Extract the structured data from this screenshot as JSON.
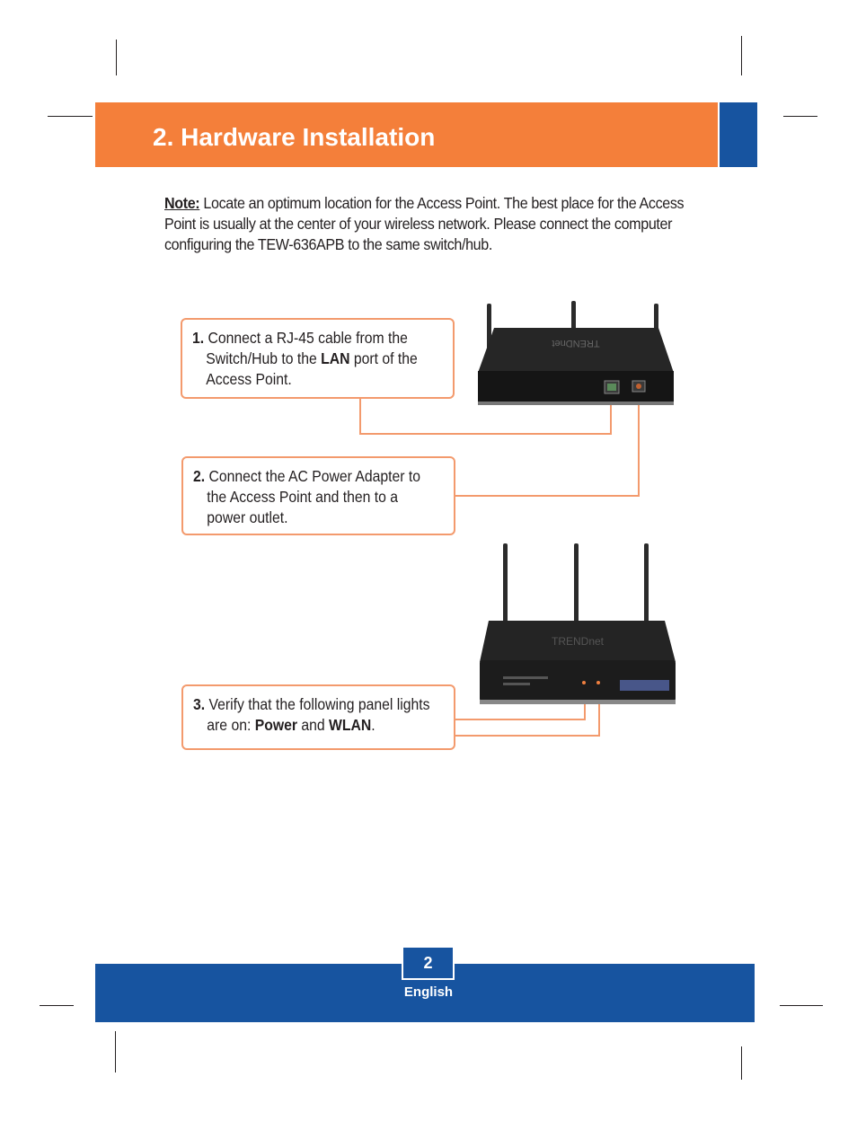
{
  "header": {
    "title": "2. Hardware Installation"
  },
  "note": {
    "label": "Note:",
    "text": " Locate an optimum location for the Access Point. The best place for the Access Point is usually at the center of your wireless network. Please connect the computer configuring the TEW-636APB to the same switch/hub."
  },
  "steps": [
    {
      "number": "1.",
      "text_a": " Connect a RJ-45 cable from the",
      "text_b": "Switch/Hub to the ",
      "bold": "LAN",
      "text_c": " port of the",
      "text_d": "Access Point."
    },
    {
      "number": "2.",
      "text_a": " Connect the AC Power Adapter to",
      "text_b": "the Access Point and then to a",
      "text_c": "power outlet."
    },
    {
      "number": "3.",
      "text_a": " Verify that the following panel lights",
      "text_b": "are on: ",
      "bold1": "Power",
      "and": " and ",
      "bold2": "WLAN",
      "end": "."
    }
  ],
  "device": {
    "logo": "TRENDnet"
  },
  "footer": {
    "page_number": "2",
    "language": "English"
  },
  "colors": {
    "orange": "#f47f3a",
    "blue": "#1754a0",
    "callout_border": "#f39a6d"
  }
}
